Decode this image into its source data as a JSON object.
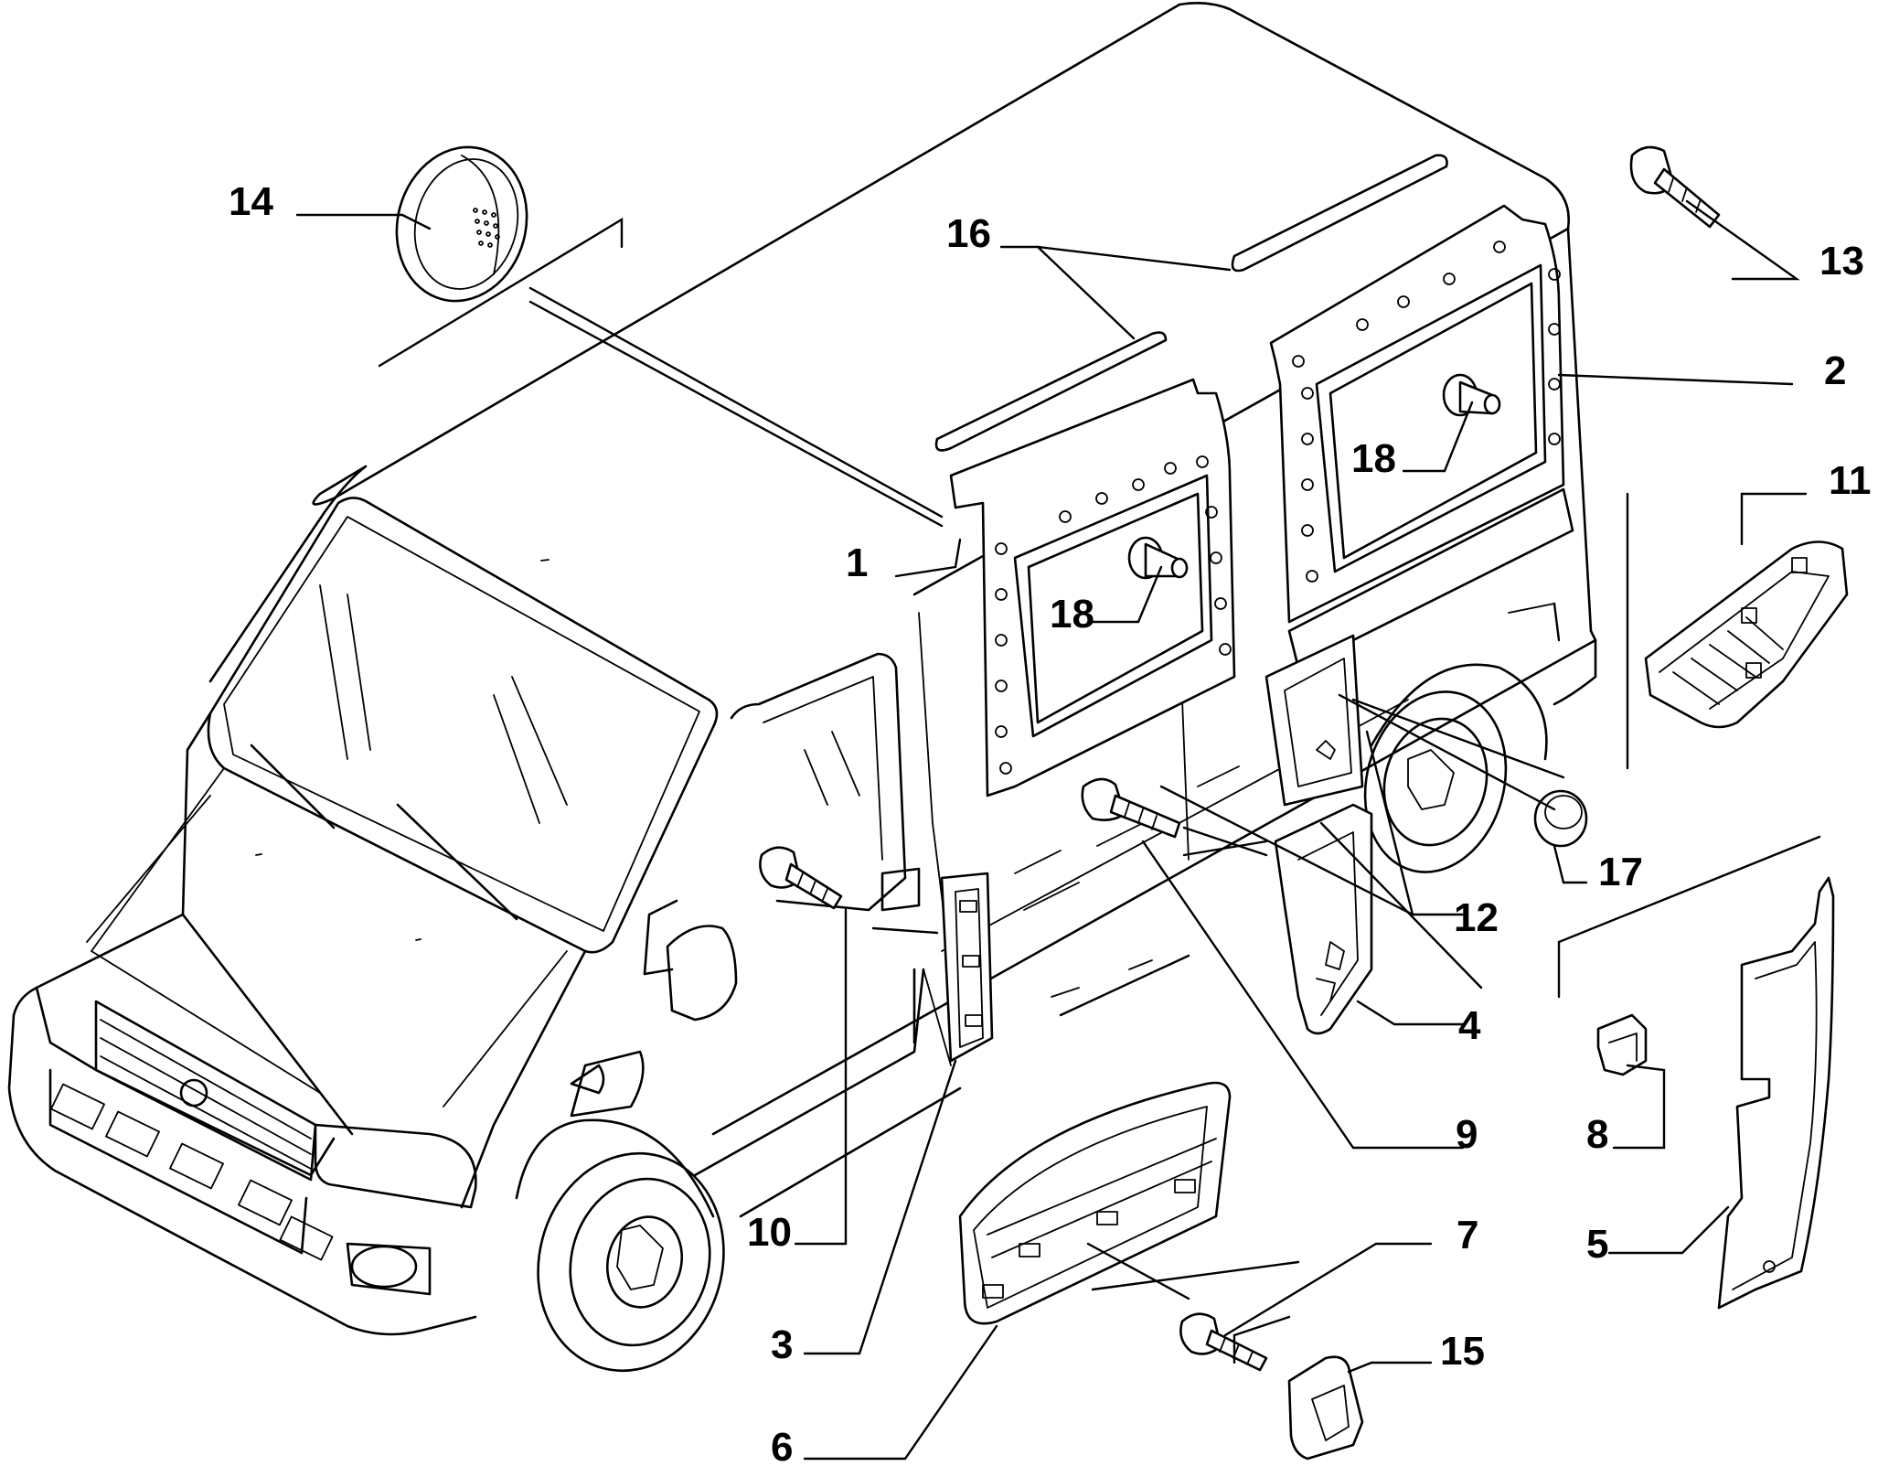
{
  "callouts": {
    "c1": "1",
    "c2": "2",
    "c3": "3",
    "c4": "4",
    "c5": "5",
    "c6": "6",
    "c7": "7",
    "c8": "8",
    "c9": "9",
    "c10": "10",
    "c11": "11",
    "c12": "12",
    "c13": "13",
    "c14": "14",
    "c15": "15",
    "c16": "16",
    "c17": "17",
    "c18a": "18",
    "c18b": "18"
  }
}
